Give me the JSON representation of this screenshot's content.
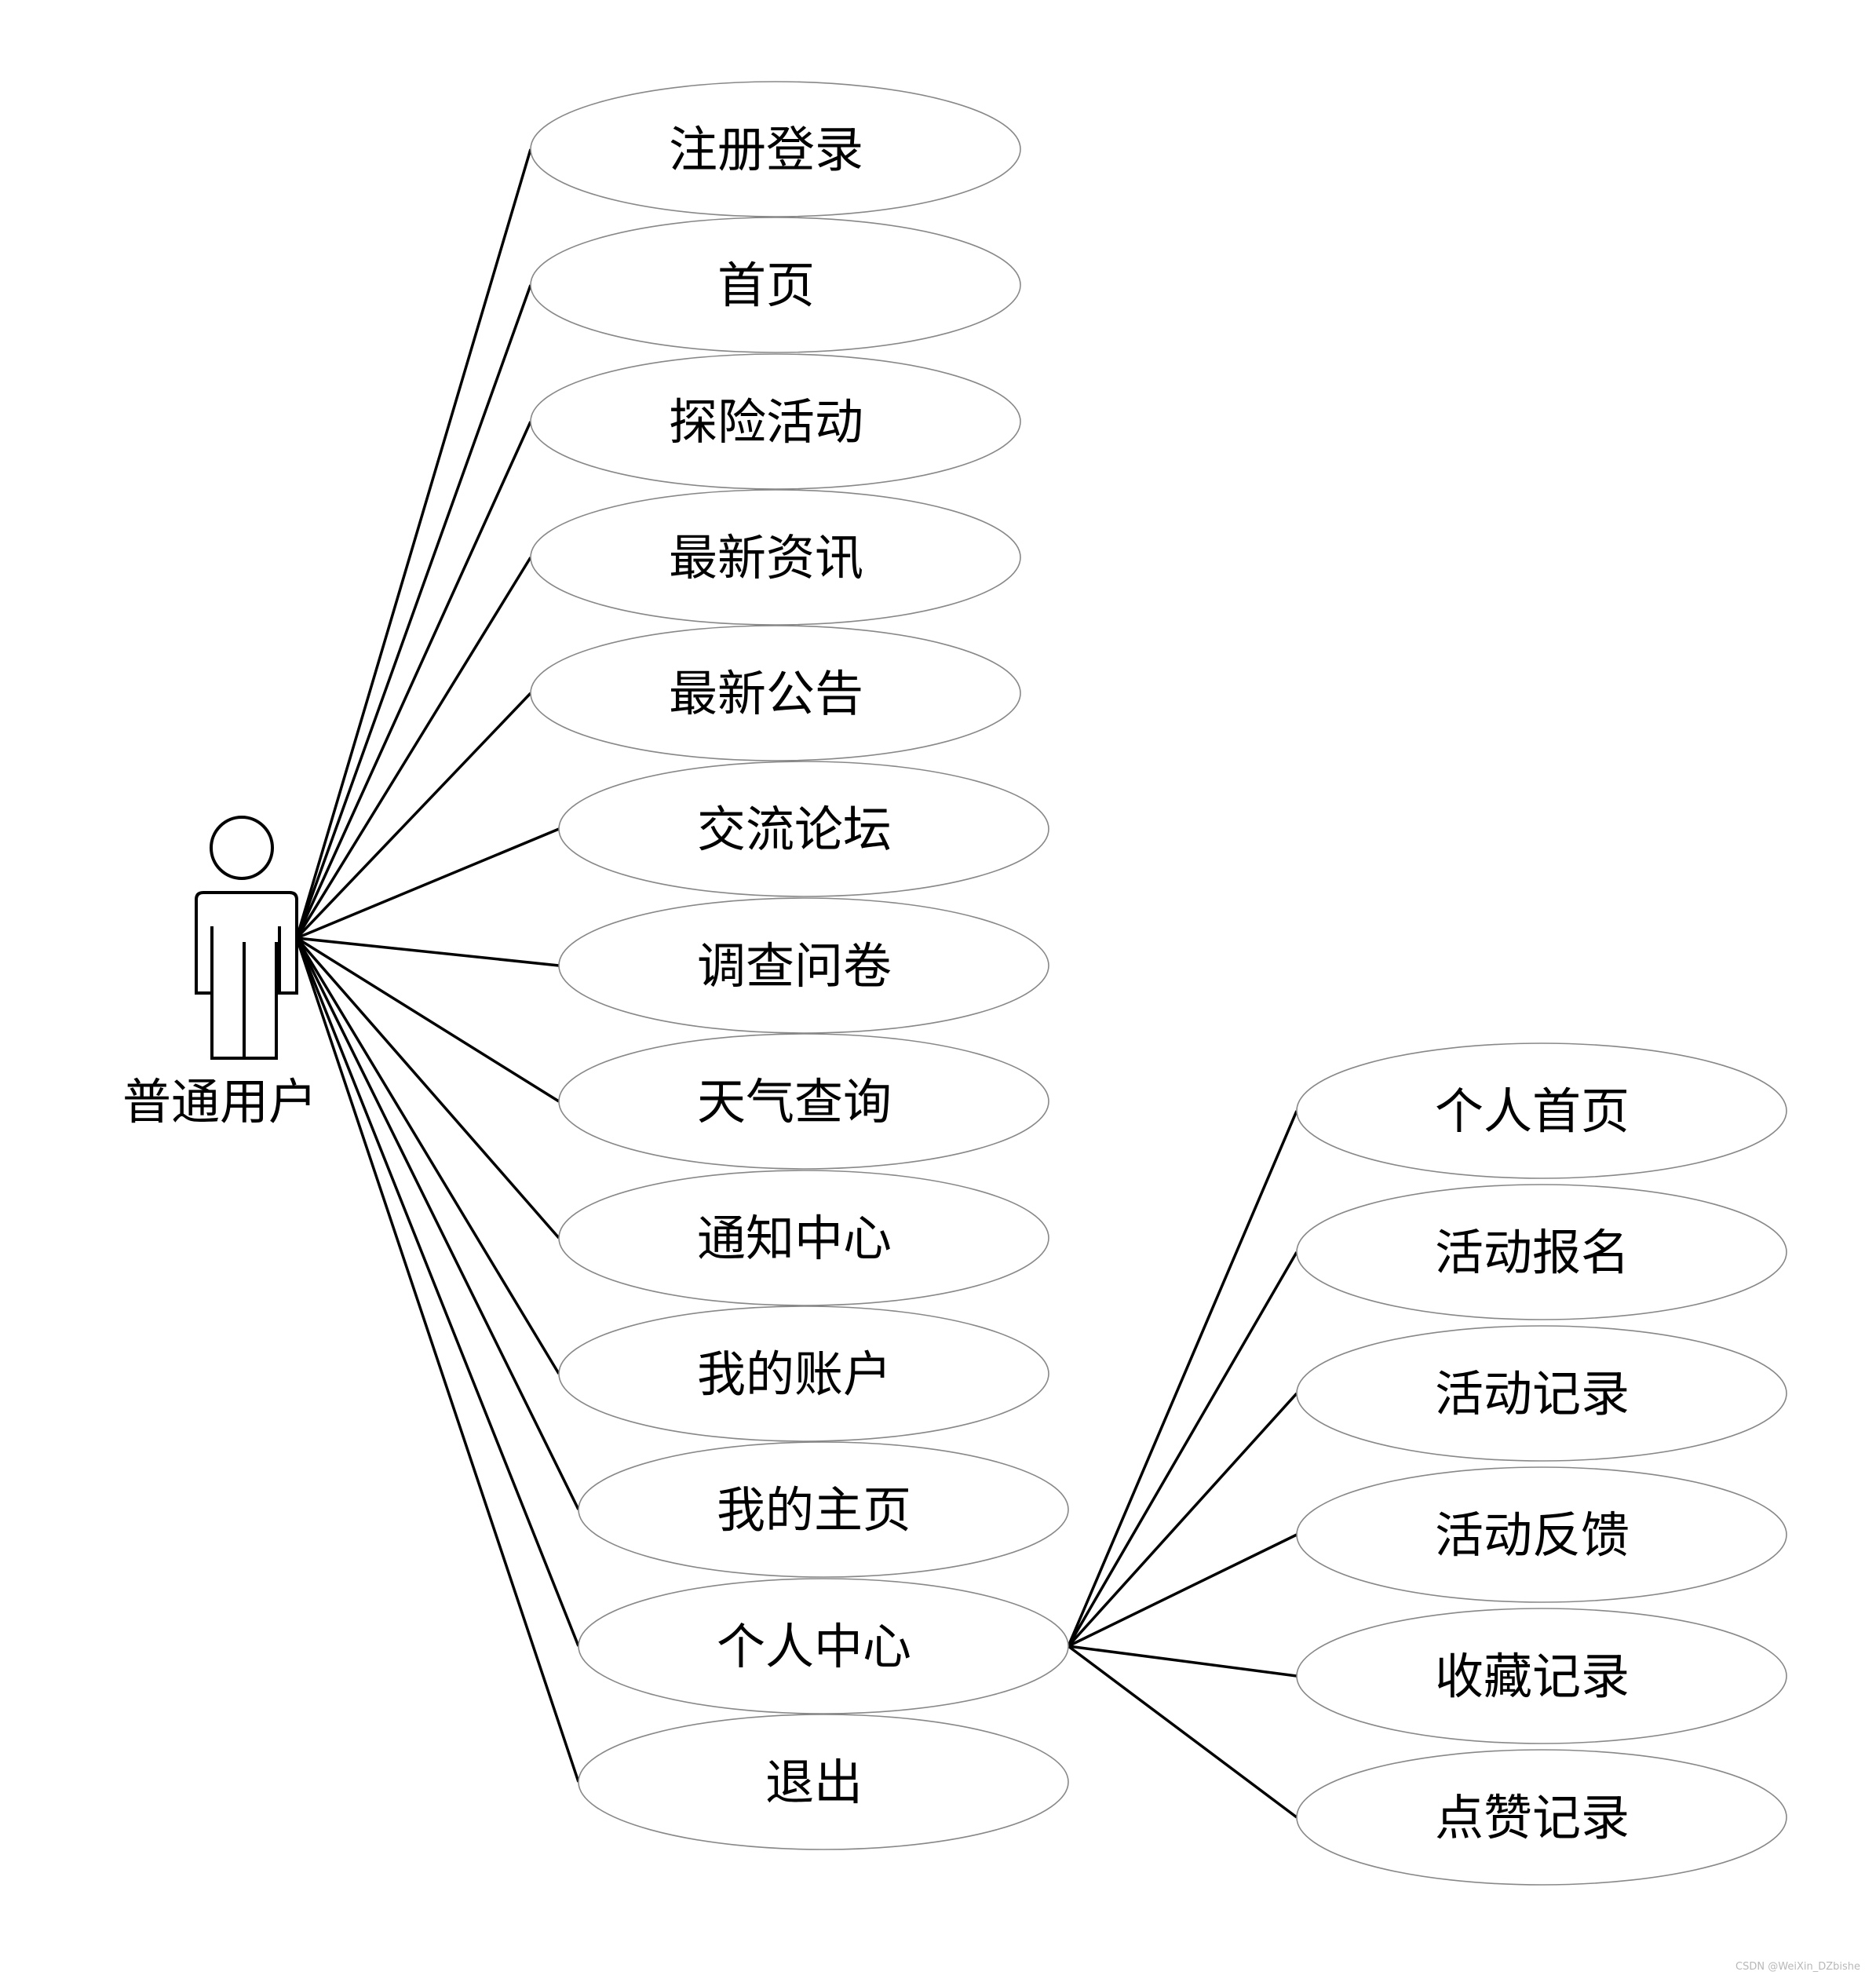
{
  "actor": {
    "label": "普通用户",
    "icon": "stick-figure-actor-icon"
  },
  "use_cases": [
    {
      "id": "register-login",
      "label": "注册登录"
    },
    {
      "id": "home",
      "label": "首页"
    },
    {
      "id": "adventure-activities",
      "label": "探险活动"
    },
    {
      "id": "latest-news",
      "label": "最新资讯"
    },
    {
      "id": "latest-announcements",
      "label": "最新公告"
    },
    {
      "id": "forum",
      "label": "交流论坛"
    },
    {
      "id": "survey",
      "label": "调查问卷"
    },
    {
      "id": "weather-query",
      "label": "天气查询"
    },
    {
      "id": "notification-center",
      "label": "通知中心"
    },
    {
      "id": "my-account",
      "label": "我的账户"
    },
    {
      "id": "my-homepage",
      "label": "我的主页"
    },
    {
      "id": "personal-center",
      "label": "个人中心"
    },
    {
      "id": "logout",
      "label": "退出"
    }
  ],
  "sub_use_cases": {
    "parent": "personal-center",
    "items": [
      {
        "id": "personal-homepage",
        "label": "个人首页"
      },
      {
        "id": "activity-signup",
        "label": "活动报名"
      },
      {
        "id": "activity-records",
        "label": "活动记录"
      },
      {
        "id": "activity-feedback",
        "label": "活动反馈"
      },
      {
        "id": "favorite-records",
        "label": "收藏记录"
      },
      {
        "id": "like-records",
        "label": "点赞记录"
      }
    ]
  },
  "watermark": "CSDN @WeiXin_DZbishe"
}
